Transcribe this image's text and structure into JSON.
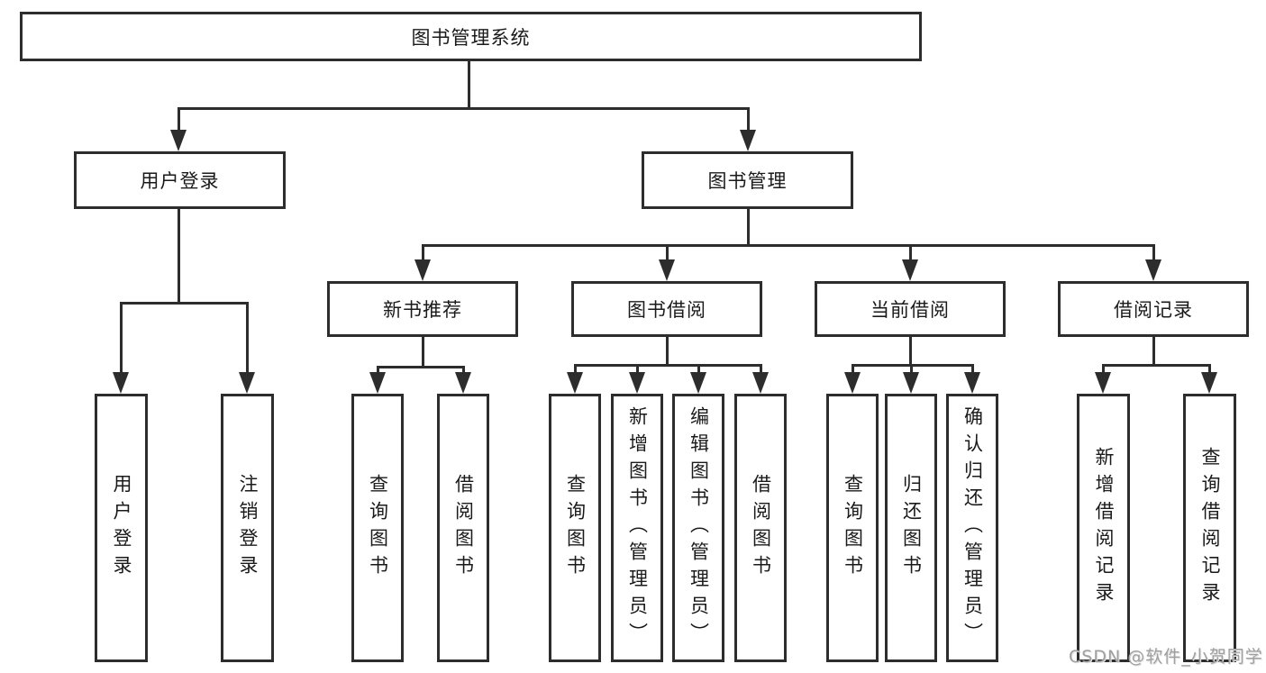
{
  "nodes": {
    "root": "图书管理系统",
    "user_login_branch": "用户登录",
    "book_mgmt_branch": "图书管理",
    "new_book": "新书推荐",
    "book_borrow": "图书借阅",
    "current_borrow": "当前借阅",
    "borrow_record": "借阅记录",
    "leaf_user_login": "用户登录",
    "leaf_logout": "注销登录",
    "leaf_nb_query": "查询图书",
    "leaf_nb_borrow": "借阅图书",
    "leaf_bb_query": "查询图书",
    "leaf_bb_add": "新增图书（管理员）",
    "leaf_bb_edit": "编辑图书（管理员）",
    "leaf_bb_borrow": "借阅图书",
    "leaf_cb_query": "查询图书",
    "leaf_cb_return": "归还图书",
    "leaf_cb_confirm": "确认归还（管理员）",
    "leaf_br_add": "新增借阅记录",
    "leaf_br_query": "查询借阅记录"
  },
  "watermark": "CSDN @软件_小贺同学",
  "colors": {
    "line": "#2d2d2d",
    "text": "#1a1a1a",
    "watermark": "#a0a0a0",
    "background": "#ffffff"
  }
}
